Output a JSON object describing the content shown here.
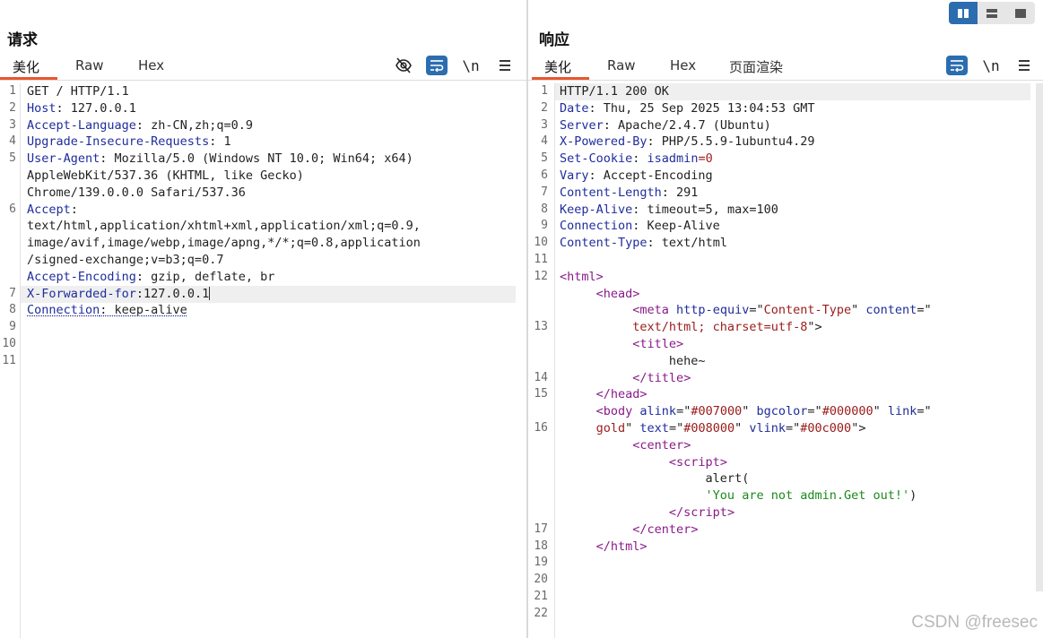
{
  "request": {
    "title": "请求",
    "tabs": [
      "美化",
      "Raw",
      "Hex"
    ],
    "icons": [
      "eye-off-icon",
      "wrap-icon",
      "newline-icon",
      "menu-icon"
    ],
    "newline_label": "\\n",
    "line_numbers": [
      "1",
      "2",
      "3",
      "4",
      "5",
      "",
      "",
      "6",
      "",
      "",
      "",
      "",
      "7",
      "8",
      "9",
      "10",
      "11"
    ],
    "lines": [
      [
        {
          "t": "GET / HTTP/1.1",
          "c": "plain"
        }
      ],
      [
        {
          "t": "Host",
          "c": "key"
        },
        {
          "t": ": 127.0.0.1",
          "c": "plain"
        }
      ],
      [
        {
          "t": "Accept-Language",
          "c": "key"
        },
        {
          "t": ": zh-CN,zh;q=0.9",
          "c": "plain"
        }
      ],
      [
        {
          "t": "Upgrade-Insecure-Requests",
          "c": "key"
        },
        {
          "t": ": 1",
          "c": "plain"
        }
      ],
      [
        {
          "t": "User-Agent",
          "c": "key"
        },
        {
          "t": ": Mozilla/5.0 (Windows NT 10.0; Win64; x64)",
          "c": "plain"
        }
      ],
      [
        {
          "t": "AppleWebKit/537.36 (KHTML, like Gecko)",
          "c": "plain"
        }
      ],
      [
        {
          "t": "Chrome/139.0.0.0 Safari/537.36",
          "c": "plain"
        }
      ],
      [
        {
          "t": "Accept",
          "c": "key"
        },
        {
          "t": ":",
          "c": "plain"
        }
      ],
      [
        {
          "t": "text/html,application/xhtml+xml,application/xml;q=0.9,",
          "c": "plain"
        }
      ],
      [
        {
          "t": "image/avif,image/webp,image/apng,*/*;q=0.8,application",
          "c": "plain"
        }
      ],
      [
        {
          "t": "/signed-exchange;v=b3;q=0.7",
          "c": "plain"
        }
      ],
      [
        {
          "t": "Accept-Encoding",
          "c": "key"
        },
        {
          "t": ": gzip, deflate, br",
          "c": "plain"
        }
      ],
      [
        {
          "t": "X-Forwarded-for",
          "c": "key"
        },
        {
          "t": ":127.0.0.1",
          "c": "plain"
        }
      ],
      [
        {
          "t": "Connection",
          "c": "conn-key"
        },
        {
          "t": ": keep-alive",
          "c": "conn-val"
        }
      ],
      [],
      []
    ]
  },
  "response": {
    "title": "响应",
    "tabs": [
      "美化",
      "Raw",
      "Hex",
      "页面渲染"
    ],
    "icons": [
      "wrap-icon",
      "newline-icon",
      "menu-icon"
    ],
    "newline_label": "\\n",
    "line_numbers": [
      "1",
      "2",
      "3",
      "4",
      "5",
      "6",
      "7",
      "8",
      "9",
      "10",
      "11",
      "12",
      "",
      "",
      "13",
      "",
      "",
      "14",
      "15",
      "",
      "16",
      "",
      "",
      "",
      "",
      "",
      "17",
      "18",
      "19",
      "20",
      "21",
      "22"
    ],
    "lines": [
      [
        {
          "t": "HTTP/1.1 200 OK",
          "c": "plain"
        }
      ],
      [
        {
          "t": "Date",
          "c": "key"
        },
        {
          "t": ": Thu, 25 Sep 2025 13:04:53 GMT",
          "c": "plain"
        }
      ],
      [
        {
          "t": "Server",
          "c": "key"
        },
        {
          "t": ": Apache/2.4.7 (Ubuntu)",
          "c": "plain"
        }
      ],
      [
        {
          "t": "X-Powered-By",
          "c": "key"
        },
        {
          "t": ": PHP/5.5.9-1ubuntu4.29",
          "c": "plain"
        }
      ],
      [
        {
          "t": "Set-Cookie",
          "c": "key"
        },
        {
          "t": ": ",
          "c": "plain"
        },
        {
          "t": "isadmin",
          "c": "key"
        },
        {
          "t": "=0",
          "c": "str"
        }
      ],
      [
        {
          "t": "Vary",
          "c": "key"
        },
        {
          "t": ": Accept-Encoding",
          "c": "plain"
        }
      ],
      [
        {
          "t": "Content-Length",
          "c": "key"
        },
        {
          "t": ": 291",
          "c": "plain"
        }
      ],
      [
        {
          "t": "Keep-Alive",
          "c": "key"
        },
        {
          "t": ": timeout=5, max=100",
          "c": "plain"
        }
      ],
      [
        {
          "t": "Connection",
          "c": "key"
        },
        {
          "t": ": Keep-Alive",
          "c": "plain"
        }
      ],
      [
        {
          "t": "Content-Type",
          "c": "key"
        },
        {
          "t": ": text/html",
          "c": "plain"
        }
      ],
      [],
      [
        {
          "t": "<",
          "c": "tag"
        },
        {
          "t": "html",
          "c": "tag"
        },
        {
          "t": ">",
          "c": "tag"
        }
      ],
      [
        {
          "t": "     <",
          "c": "tag"
        },
        {
          "t": "head",
          "c": "tag"
        },
        {
          "t": ">",
          "c": "tag"
        }
      ],
      [
        {
          "t": "          <",
          "c": "tag"
        },
        {
          "t": "meta",
          "c": "tag"
        },
        {
          "t": " http-equiv",
          "c": "attr"
        },
        {
          "t": "=\"",
          "c": "plain"
        },
        {
          "t": "Content-Type",
          "c": "str"
        },
        {
          "t": "\" ",
          "c": "plain"
        },
        {
          "t": "content",
          "c": "attr"
        },
        {
          "t": "=\"",
          "c": "plain"
        }
      ],
      [
        {
          "t": "          text/html; charset=utf-8",
          "c": "str"
        },
        {
          "t": "\">",
          "c": "plain"
        }
      ],
      [
        {
          "t": "          <",
          "c": "tag"
        },
        {
          "t": "title",
          "c": "tag"
        },
        {
          "t": ">",
          "c": "tag"
        }
      ],
      [
        {
          "t": "               hehe~",
          "c": "plain"
        }
      ],
      [
        {
          "t": "          </",
          "c": "tag"
        },
        {
          "t": "title",
          "c": "tag"
        },
        {
          "t": ">",
          "c": "tag"
        }
      ],
      [
        {
          "t": "     </",
          "c": "tag"
        },
        {
          "t": "head",
          "c": "tag"
        },
        {
          "t": ">",
          "c": "tag"
        }
      ],
      [
        {
          "t": "     <",
          "c": "tag"
        },
        {
          "t": "body",
          "c": "tag"
        },
        {
          "t": " alink",
          "c": "attr"
        },
        {
          "t": "=\"",
          "c": "plain"
        },
        {
          "t": "#007000",
          "c": "str"
        },
        {
          "t": "\" ",
          "c": "plain"
        },
        {
          "t": "bgcolor",
          "c": "attr"
        },
        {
          "t": "=\"",
          "c": "plain"
        },
        {
          "t": "#000000",
          "c": "str"
        },
        {
          "t": "\" ",
          "c": "plain"
        },
        {
          "t": "link",
          "c": "attr"
        },
        {
          "t": "=\"",
          "c": "plain"
        }
      ],
      [
        {
          "t": "     gold",
          "c": "str"
        },
        {
          "t": "\" ",
          "c": "plain"
        },
        {
          "t": "text",
          "c": "attr"
        },
        {
          "t": "=\"",
          "c": "plain"
        },
        {
          "t": "#008000",
          "c": "str"
        },
        {
          "t": "\" ",
          "c": "plain"
        },
        {
          "t": "vlink",
          "c": "attr"
        },
        {
          "t": "=\"",
          "c": "plain"
        },
        {
          "t": "#00c000",
          "c": "str"
        },
        {
          "t": "\">",
          "c": "plain"
        }
      ],
      [
        {
          "t": "          <",
          "c": "tag"
        },
        {
          "t": "center",
          "c": "tag"
        },
        {
          "t": ">",
          "c": "tag"
        }
      ],
      [
        {
          "t": "               <",
          "c": "tag"
        },
        {
          "t": "script",
          "c": "tag"
        },
        {
          "t": ">",
          "c": "tag"
        }
      ],
      [
        {
          "t": "                    alert(",
          "c": "plain"
        }
      ],
      [
        {
          "t": "                    'You are not admin.Get out!'",
          "c": "js"
        },
        {
          "t": ")",
          "c": "plain"
        }
      ],
      [
        {
          "t": "               </",
          "c": "tag"
        },
        {
          "t": "script",
          "c": "tag"
        },
        {
          "t": ">",
          "c": "tag"
        }
      ],
      [
        {
          "t": "          </",
          "c": "tag"
        },
        {
          "t": "center",
          "c": "tag"
        },
        {
          "t": ">",
          "c": "tag"
        }
      ],
      [
        {
          "t": "     </",
          "c": "tag"
        },
        {
          "t": "html",
          "c": "tag"
        },
        {
          "t": ">",
          "c": "tag"
        }
      ],
      [],
      [],
      [],
      [],
      []
    ]
  },
  "layout_toggle": [
    "split-vertical-icon",
    "split-horizontal-icon",
    "single-pane-icon"
  ],
  "watermark": "CSDN @freesec",
  "colors": {
    "accent": "#2c6db0",
    "tab_underline": "#e8572d",
    "header_key": "#1f2d9c",
    "tag": "#8a1a8a",
    "string": "#9a1b1b",
    "js_string": "#1a8a1a"
  }
}
